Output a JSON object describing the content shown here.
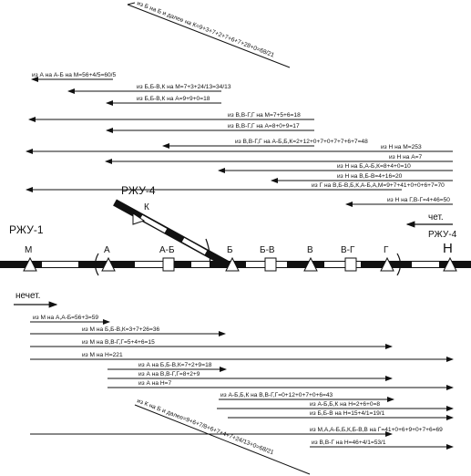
{
  "diagram": {
    "labels": {
      "rzhu1": "РЖУ-1",
      "rzhu4_left": "РЖУ-4",
      "rzhu4_right": "РЖУ-4",
      "k_letter": "К",
      "chet": "чет.",
      "nechet": "нечет."
    },
    "stations": [
      "М",
      "А",
      "А-Б",
      "Б",
      "Б-В",
      "В",
      "В-Г",
      "Г",
      "Н"
    ],
    "top_lines": [
      "из Б на Б и далее на К=9+3+7+2+7+6+7+28+0=68/21",
      "из А на А-Б на М=56+4/5=60/5",
      "из Б,Б-В,К на М=7+3+24/13=34/13",
      "из Б,Б-В,К на А=9+9+0=18",
      "из В,В-Г,Г на М=7+5+6=18",
      "из В,В-Г,Г на А=8+0+9=17",
      "из В,В-Г,Г на А-Б,Б,К=2+12+0+7+0+7+7+6+7=48",
      "из Н на М=253",
      "из Н на А=7",
      "из Н на Б,А-Б,К=8+4+0=10",
      "из Н на В,Б-В=4+16=20",
      "из Г на В,Б-В,Б,К,А-Б,А,М=9+7+41+0+0+6+7=70",
      "из Н на Г,В-Г=4+46=50"
    ],
    "bottom_lines": [
      "из М на А,А-Б=56+3=59",
      "из М на Б,Б-В,К=3+7+26=36",
      "из М на В,В-Г,Г=5+4+6=15",
      "из М на Н=221",
      "из А на Б,Б-В,К=7+2+9=18",
      "из А на В,В-Г,Г=8+2+9",
      "из А на Н=7",
      "из А-Б,Б,К на В,В-Г,Г=0+12+0+7+0+6=43",
      "из А-Б,Б,К на Н=2+6+0=8",
      "из Б,Б-В на Н=15+4/1=19/1",
      "из М,А,А-Б,Б,К,Б-В,В на Г=41+0+6+9+0+7+6=69",
      "из В,В-Г на Н=46+4/1=53/1",
      "из К на Б и далее=9+6+7/8+6+7+4+7+24/13+0=68/21"
    ]
  }
}
